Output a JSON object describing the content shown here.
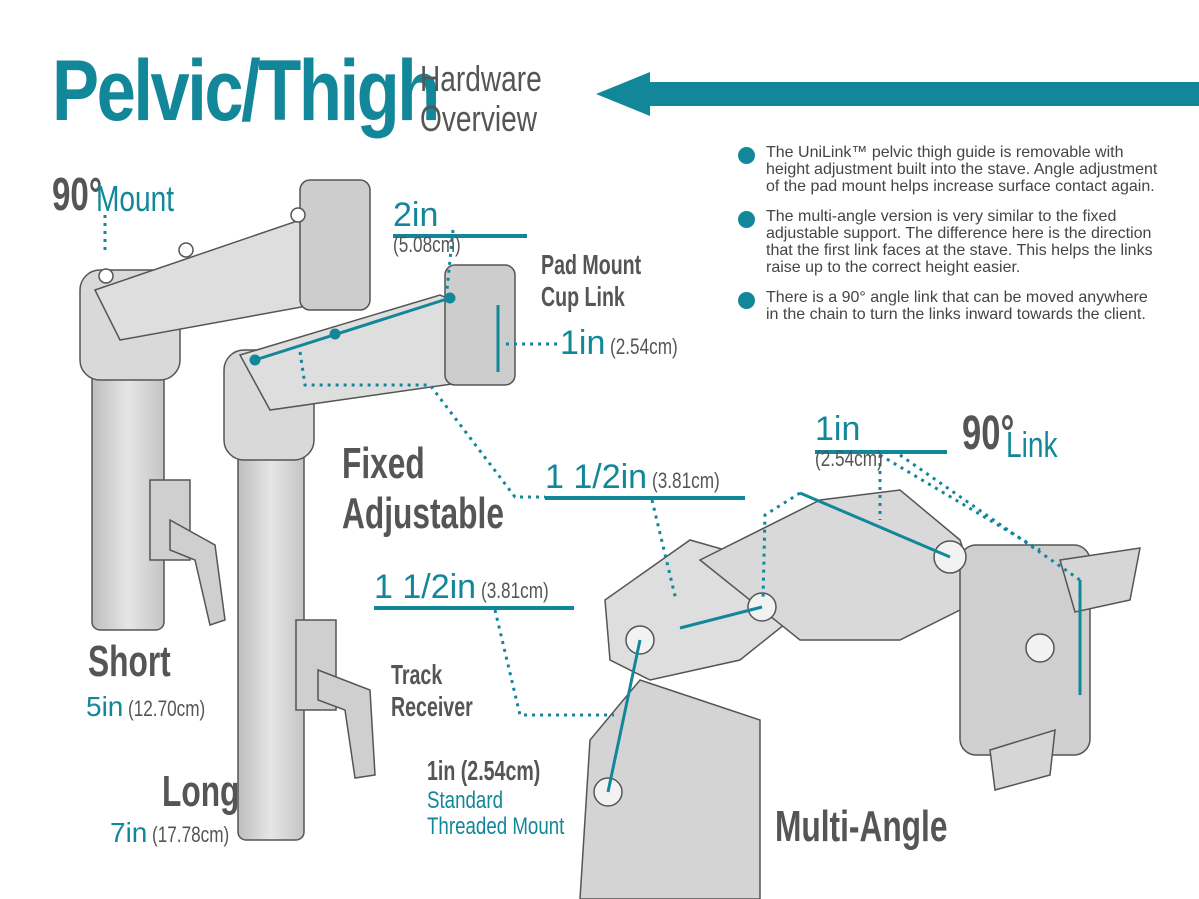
{
  "title": {
    "main": "Pelvic/Thigh",
    "line1": "Hardware",
    "line2": "Overview"
  },
  "bullets": [
    "The UniLink™ pelvic thigh guide is removable with height adjustment built into the stave. Angle adjustment of the pad mount helps increase surface contact again.",
    "The multi-angle version is very similar to the fixed adjustable support. The difference here is the direction that the first link faces at the stave. This helps the links raise up to the correct height easier.",
    "There is a 90° angle link that can be moved anywhere in the chain to turn the links inward towards the client."
  ],
  "labels": {
    "mount_deg": "90°",
    "mount": "Mount",
    "pad_mount_1": "Pad Mount",
    "pad_mount_2": "Cup Link",
    "fixed_1": "Fixed",
    "fixed_2": "Adjustable",
    "short": "Short",
    "long": "Long",
    "track_1": "Track",
    "track_2": "Receiver",
    "std_bold": "1in (2.54cm)",
    "std_1": "Standard",
    "std_2": "Threaded Mount",
    "multi": "Multi-Angle",
    "link_deg": "90°",
    "link": "Link"
  },
  "measurements": {
    "m2in": {
      "main": "2in",
      "sub": "(5.08cm)"
    },
    "m1in_pad": {
      "main": "1in",
      "sub": "(2.54cm)"
    },
    "m1in_link": {
      "main": "1in",
      "sub": "(2.54cm)"
    },
    "m15_upper": {
      "main": "1 1/2in",
      "sub": "(3.81cm)"
    },
    "m15_lower": {
      "main": "1 1/2in",
      "sub": "(3.81cm)"
    },
    "short": {
      "main": "5in",
      "sub": "(12.70cm)"
    },
    "long": {
      "main": "7in",
      "sub": "(17.78cm)"
    }
  },
  "colors": {
    "accent": "#13879a",
    "text": "#4a4a4a",
    "hardware": "#d6d6d6"
  }
}
